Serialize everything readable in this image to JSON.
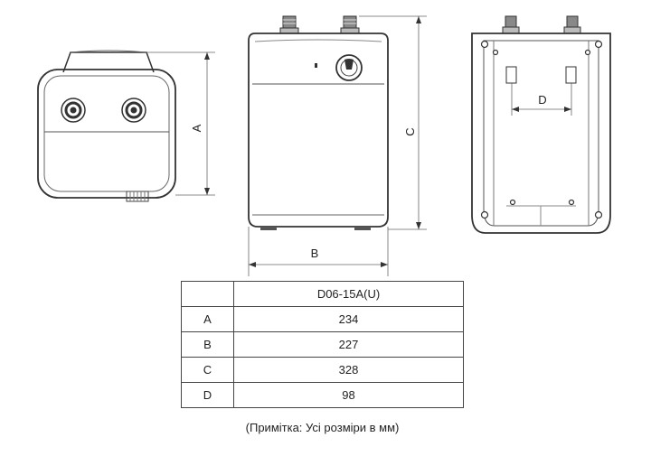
{
  "table": {
    "model_header": "D06-15A(U)",
    "rows": [
      {
        "letter": "A",
        "value": "234"
      },
      {
        "letter": "B",
        "value": "227"
      },
      {
        "letter": "C",
        "value": "328"
      },
      {
        "letter": "D",
        "value": "98"
      }
    ]
  },
  "note": "(Примітка: Усі розміри в мм)",
  "dimension_labels": {
    "a": "A",
    "b": "B",
    "c": "C",
    "d": "D"
  }
}
